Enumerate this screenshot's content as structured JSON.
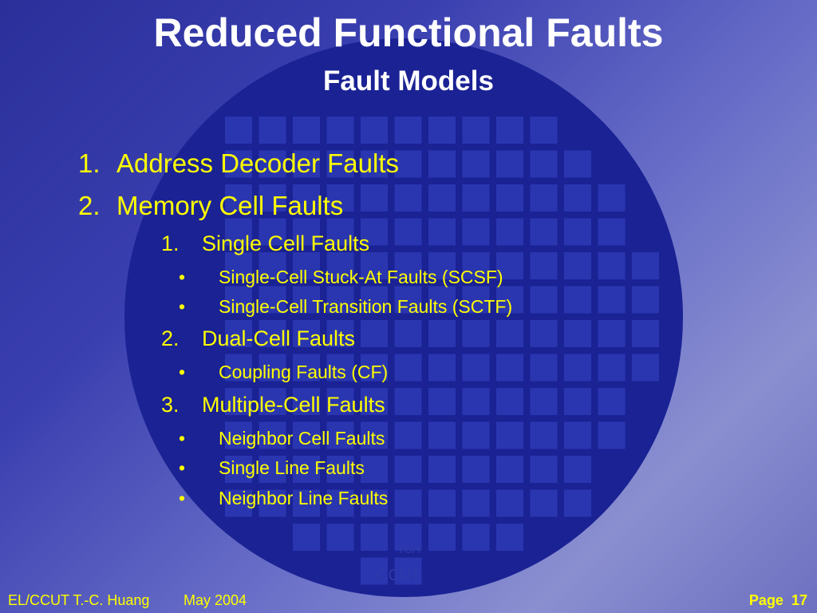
{
  "slide": {
    "title": "Reduced Functional Faults",
    "subtitle": "Fault Models"
  },
  "outline": [
    {
      "num": "1.",
      "text": "Address Decoder Faults"
    },
    {
      "num": "2.",
      "text": "Memory Cell Faults",
      "children": [
        {
          "num": "1.",
          "text": "Single Cell Faults",
          "bullets": [
            "Single-Cell Stuck-At Faults (SCSF)",
            "Single-Cell Transition Faults (SCTF)"
          ]
        },
        {
          "num": "2.",
          "text": "Dual-Cell Faults",
          "bullets": [
            "Coupling Faults (CF)"
          ]
        },
        {
          "num": "3.",
          "text": "Multiple-Cell Faults",
          "bullets": [
            "Neighbor Cell Faults",
            "Single Line Faults",
            "Neighbor Line Faults"
          ]
        }
      ]
    }
  ],
  "bullet_glyph": "•",
  "watermark": {
    "line1": "TCH",
    "line2": "CCUT"
  },
  "footer": {
    "author": "EL/CCUT T.-C. Huang",
    "date": "May 2004",
    "page_label": "Page",
    "page_number": "17"
  },
  "colors": {
    "text_main": "#ffffff",
    "text_body": "#ffff00",
    "wafer": "#1a2294",
    "die": "#2a36b0"
  }
}
